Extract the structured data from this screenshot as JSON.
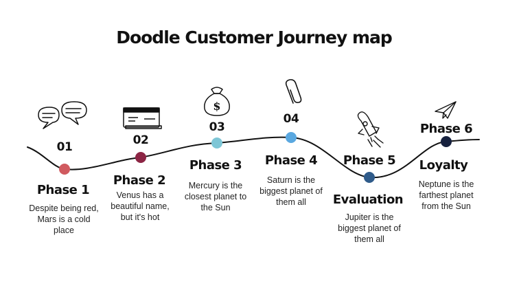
{
  "title": "Doodle Customer Journey map",
  "colors": {
    "line": "#111111",
    "dot1": "#d05a5f",
    "dot2": "#8c2544",
    "dot3": "#7ec6d6",
    "dot4": "#5aa8e0",
    "dot5": "#2f5b8a",
    "dot6": "#16213e"
  },
  "steps": [
    {
      "number": "01",
      "phase": "Phase 1",
      "desc": "Despite being red, Mars is a cold place",
      "icon": "chat-bubbles-icon"
    },
    {
      "number": "02",
      "phase": "Phase 2",
      "desc": "Venus has a beautiful name, but it's hot",
      "icon": "credit-card-icon"
    },
    {
      "number": "03",
      "phase": "Phase 3",
      "desc": "Mercury is the closest planet to the Sun",
      "icon": "money-bag-icon"
    },
    {
      "number": "04",
      "phase": "Phase 4",
      "desc": "Saturn is the biggest planet of them all",
      "icon": "paperclip-icon"
    },
    {
      "number": "",
      "phase": "Phase 5",
      "subtitle": "Evaluation",
      "desc": "Jupiter is the biggest planet of them all",
      "icon": "rocket-icon"
    },
    {
      "number": "",
      "phase": "Phase 6",
      "subtitle": "Loyalty",
      "desc": "Neptune is the farthest planet from the Sun",
      "icon": "paper-plane-icon"
    }
  ]
}
